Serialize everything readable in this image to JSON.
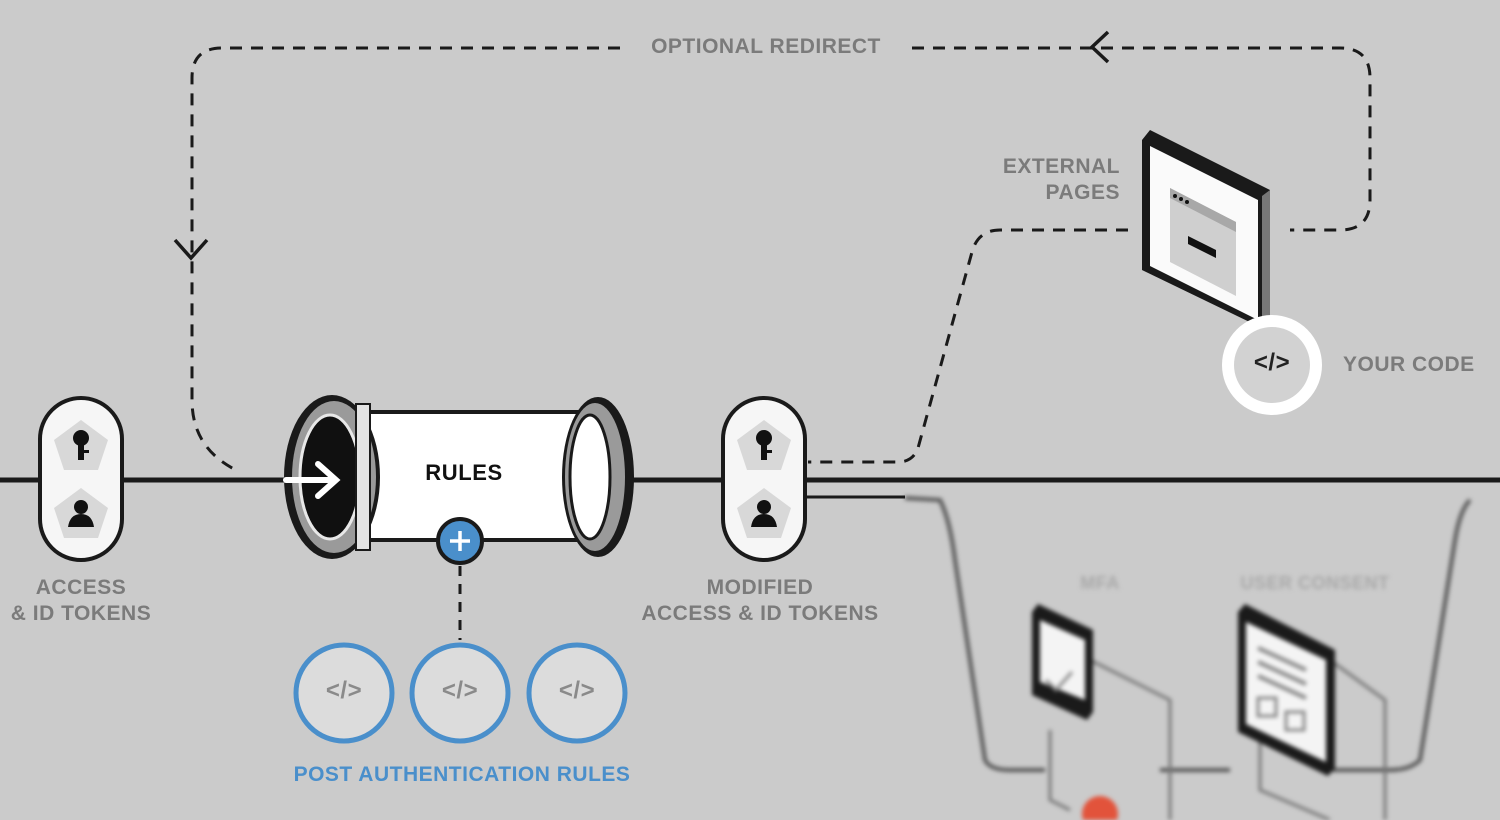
{
  "labels": {
    "optional_redirect": "OPTIONAL REDIRECT",
    "external_pages_line1": "EXTERNAL",
    "external_pages_line2": "PAGES",
    "your_code": "YOUR CODE",
    "rules": "RULES",
    "access_tokens_line1": "ACCESS",
    "access_tokens_line2": "& ID TOKENS",
    "modified_tokens_line1": "MODIFIED",
    "modified_tokens_line2": "ACCESS & ID TOKENS",
    "post_auth_rules": "POST AUTHENTICATION RULES",
    "mfa": "MFA",
    "user_consent": "USER CONSENT",
    "code_glyph": "</>"
  },
  "colors": {
    "background": "#cbcbcb",
    "label_gray": "#7b7b7b",
    "accent_blue": "#4a8fcb",
    "line": "#1a1a1a",
    "alert_red": "#e2533b"
  }
}
